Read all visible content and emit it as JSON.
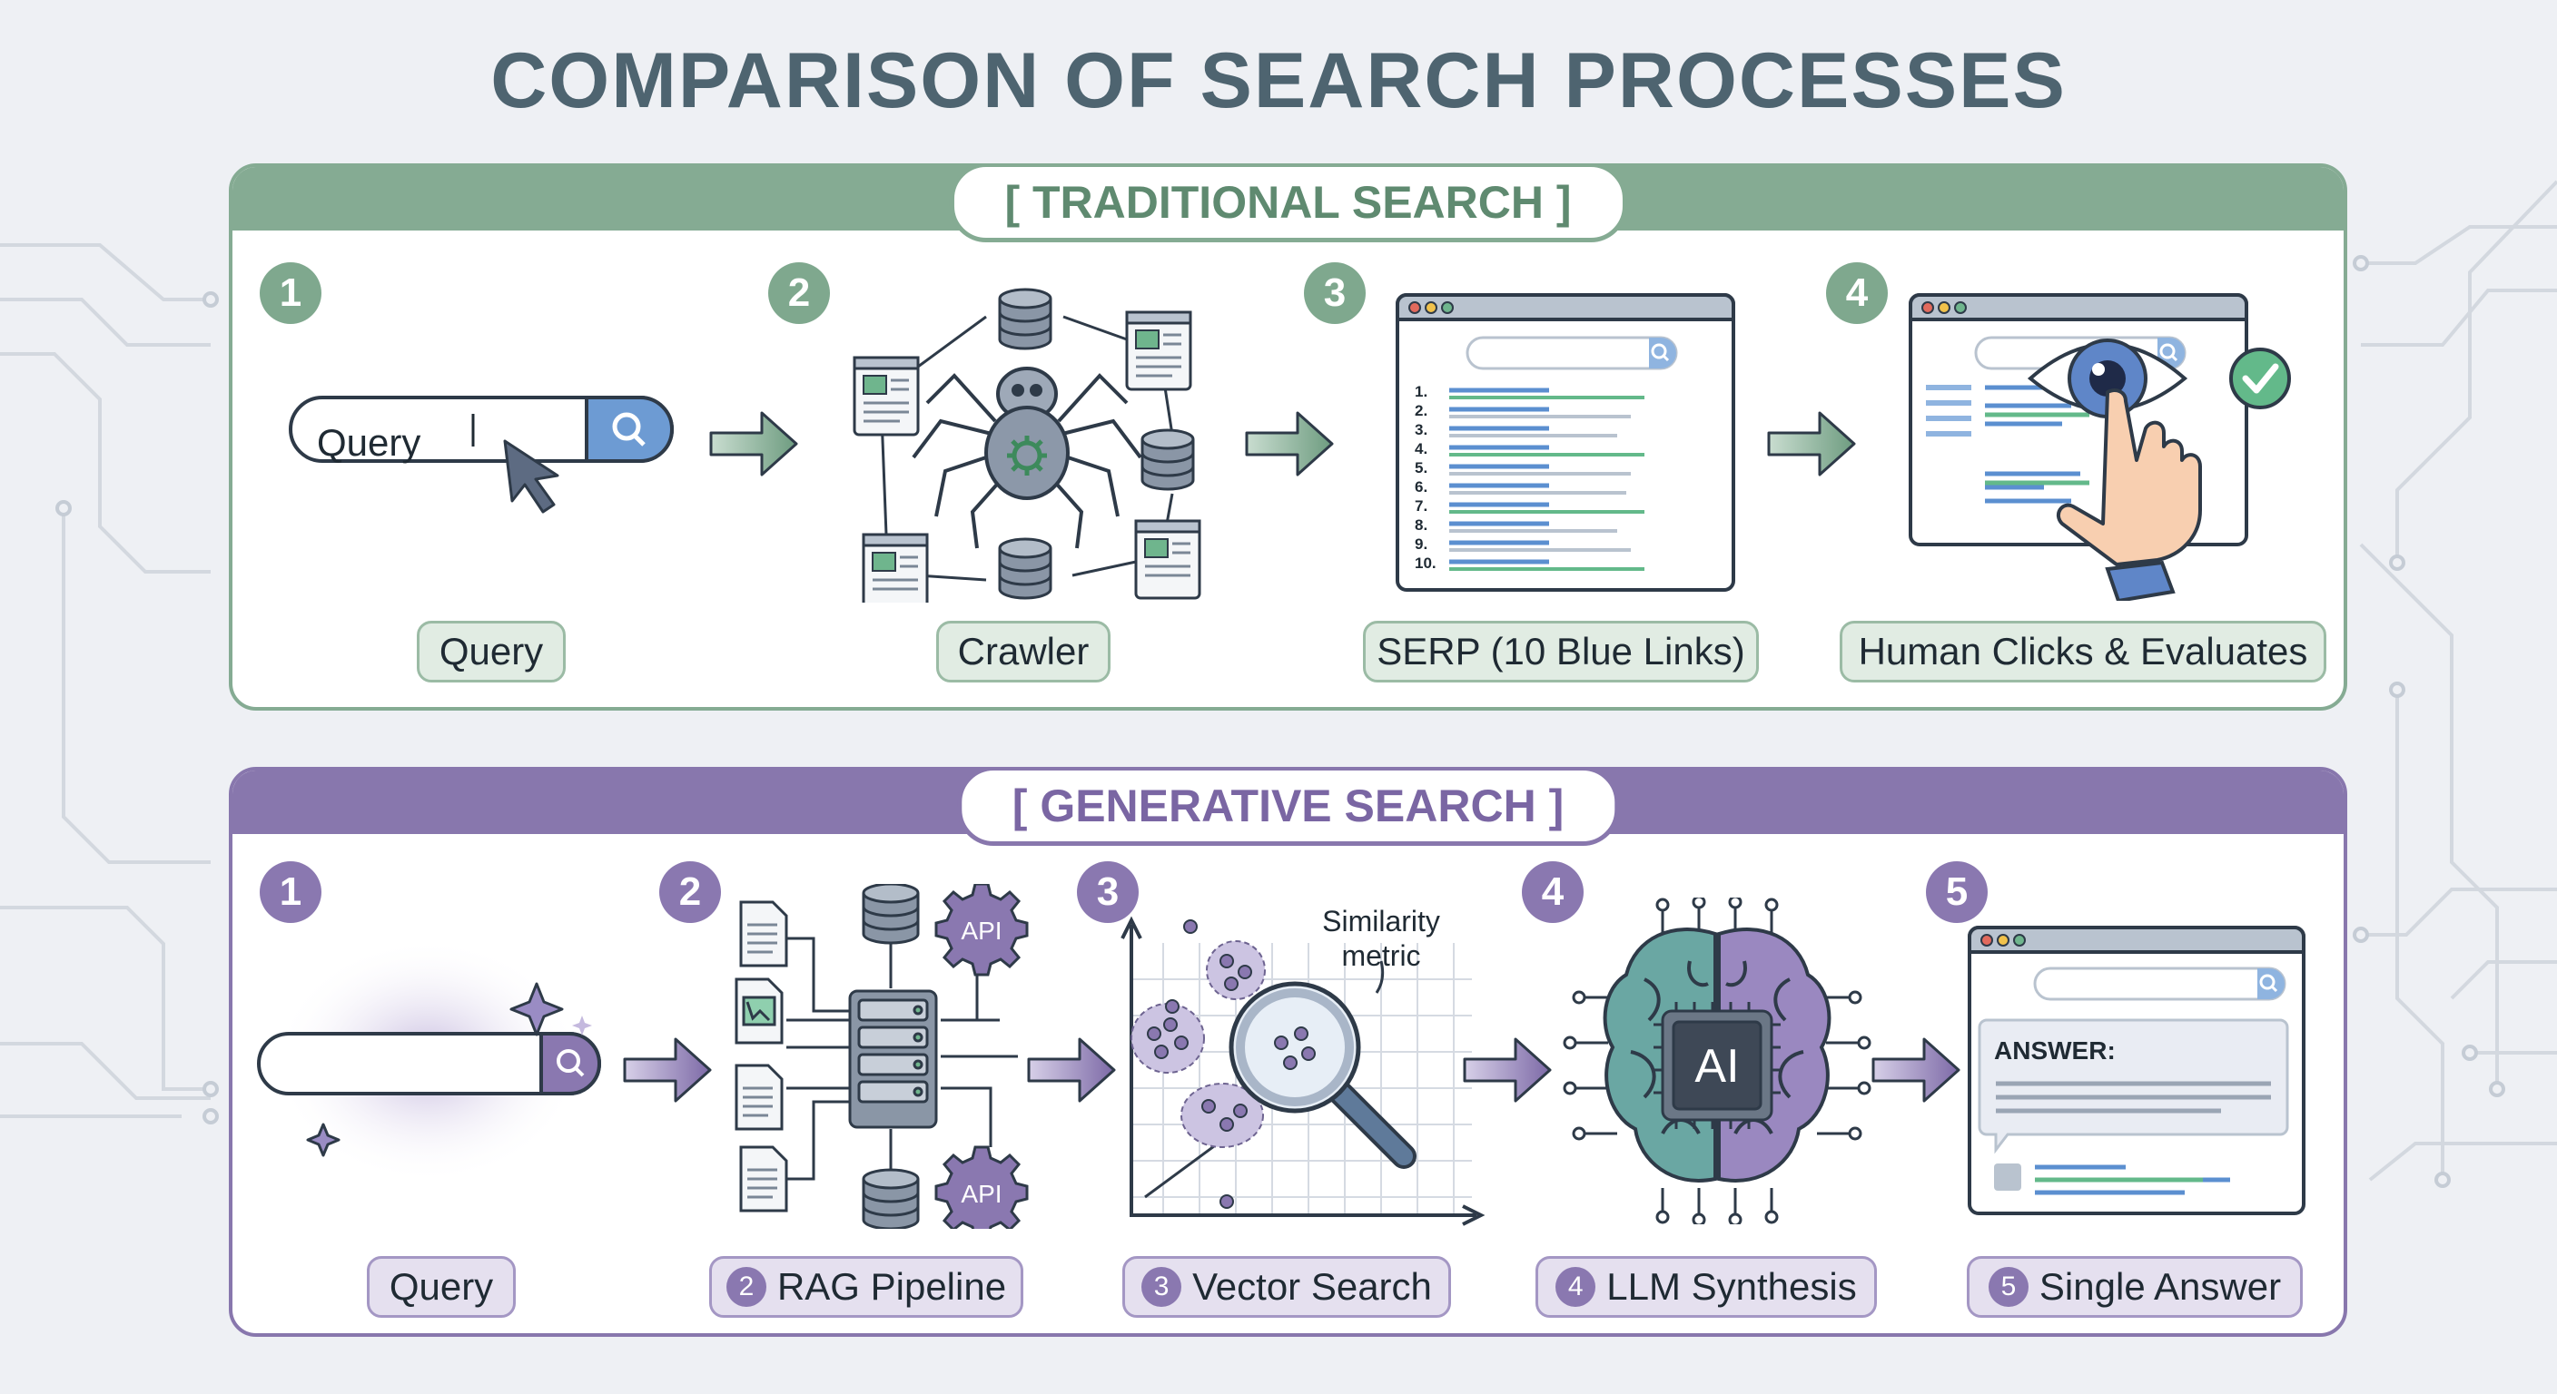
{
  "title": "COMPARISON OF SEARCH PROCESSES",
  "traditional": {
    "header": "[ TRADITIONAL SEARCH ]",
    "steps": [
      {
        "number": "1",
        "label": "Query"
      },
      {
        "number": "2",
        "label": "Crawler"
      },
      {
        "number": "3",
        "label": "SERP (10 Blue Links)"
      },
      {
        "number": "4",
        "label": "Human Clicks & Evaluates"
      }
    ],
    "query_text": "Query",
    "serp_ranks": [
      "1.",
      "2.",
      "3.",
      "4.",
      "5.",
      "6.",
      "7.",
      "8.",
      "9.",
      "10."
    ]
  },
  "generative": {
    "header": "[ GENERATIVE SEARCH ]",
    "steps": [
      {
        "number": "1",
        "label": "Query"
      },
      {
        "number": "2",
        "badge": "2",
        "label": "RAG Pipeline"
      },
      {
        "number": "3",
        "badge": "3",
        "label": "Vector Search"
      },
      {
        "number": "4",
        "badge": "4",
        "label": "LLM Synthesis"
      },
      {
        "number": "5",
        "badge": "5",
        "label": "Single Answer"
      }
    ],
    "api_label": "API",
    "similarity_label_1": "Similarity",
    "similarity_label_2": "metric",
    "chip_label": "AI",
    "answer_label": "ANSWER:"
  },
  "colors": {
    "traditional_accent": "#85ab93",
    "generative_accent": "#8877ad",
    "title_color": "#4e6470",
    "link_blue": "#5b8fd0",
    "link_green": "#63b98a"
  },
  "icons": [
    "search-icon",
    "cursor-icon",
    "database-icon",
    "document-icon",
    "spider-icon",
    "gear-icon",
    "browser-window-icon",
    "eye-icon",
    "hand-pointer-icon",
    "checkmark-icon",
    "sparkle-icon",
    "server-icon",
    "api-gear-icon",
    "magnifier-icon",
    "brain-icon",
    "chip-icon",
    "arrow-right-icon"
  ]
}
